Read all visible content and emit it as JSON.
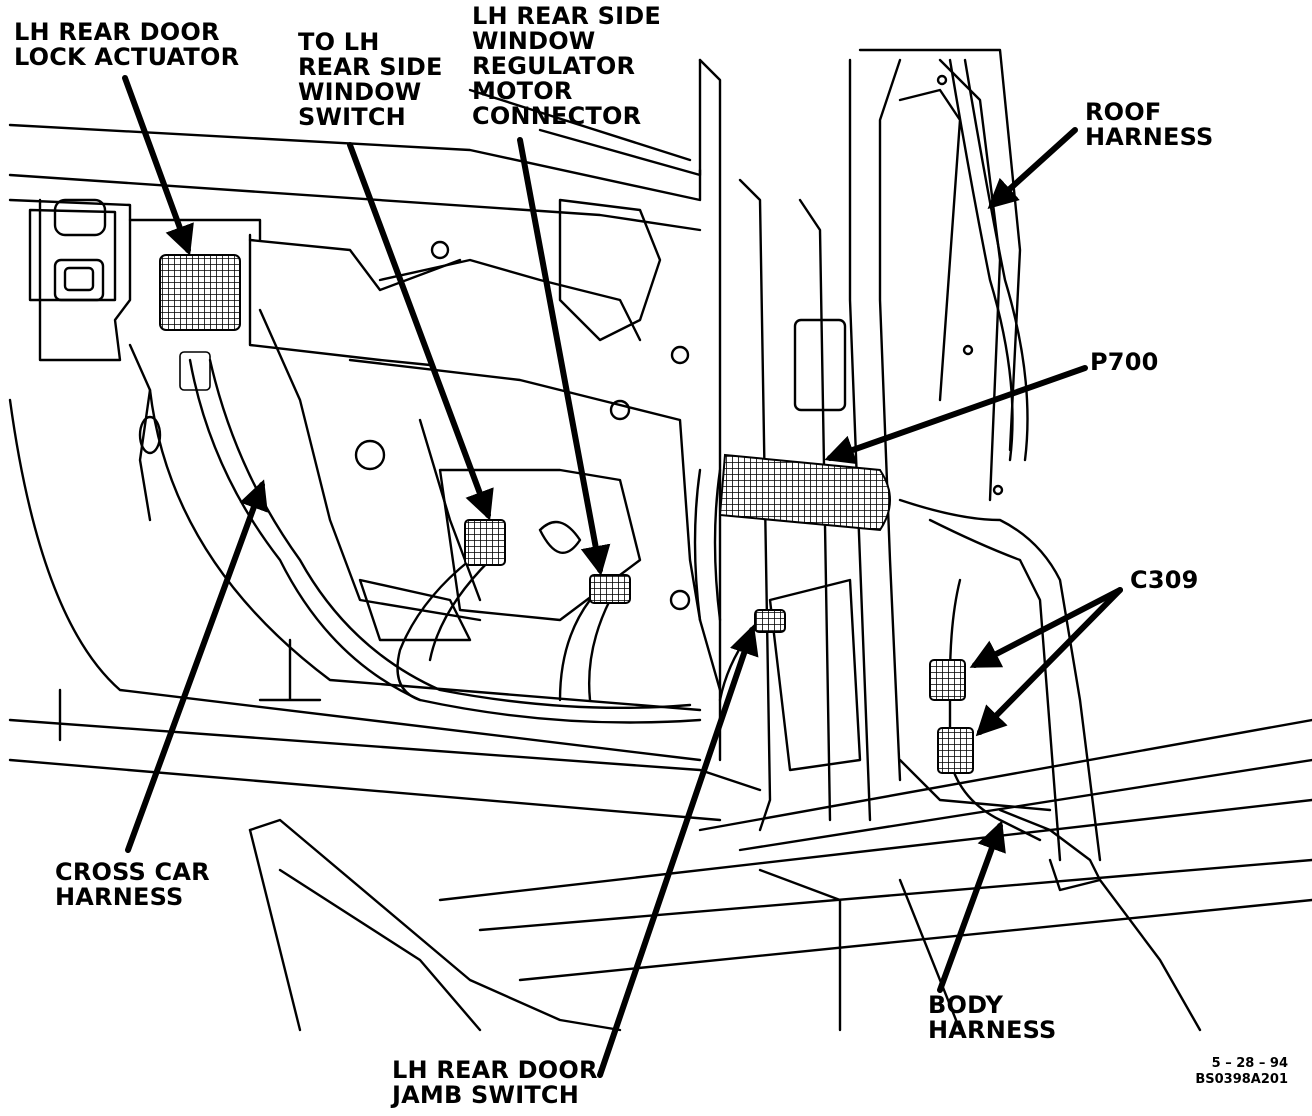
{
  "labels": {
    "lock_actuator": [
      "LH REAR DOOR",
      "LOCK ACTUATOR"
    ],
    "window_switch": [
      "TO LH",
      "REAR SIDE",
      "WINDOW",
      "SWITCH"
    ],
    "regulator_connector": [
      "LH REAR SIDE",
      "WINDOW",
      "REGULATOR",
      "MOTOR",
      "CONNECTOR"
    ],
    "roof_harness": [
      "ROOF",
      "HARNESS"
    ],
    "p700": [
      "P700"
    ],
    "c309": [
      "C309"
    ],
    "cross_car_harness": [
      "CROSS CAR",
      "HARNESS"
    ],
    "jamb_switch": [
      "LH REAR DOOR",
      "JAMB SWITCH"
    ],
    "body_harness": [
      "BODY",
      "HARNESS"
    ]
  },
  "figure_code": {
    "date": "5 – 28 – 94",
    "id": "BS0398A201"
  }
}
